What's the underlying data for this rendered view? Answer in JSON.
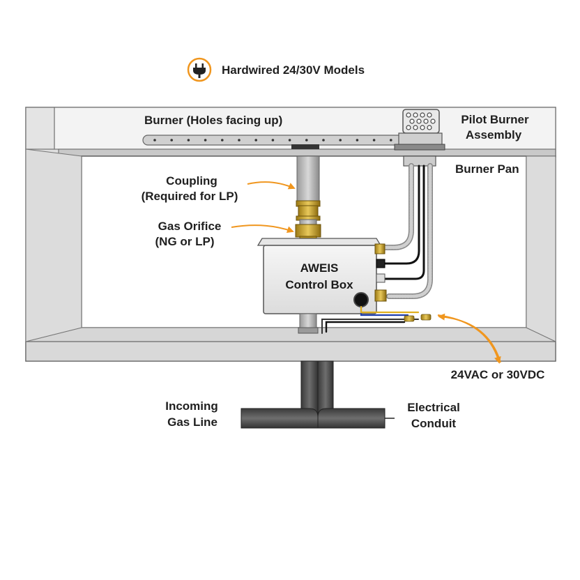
{
  "header": {
    "icon": "plug-icon",
    "title": "Hardwired 24/30V Models"
  },
  "labels": {
    "burner": "Burner (Holes facing up)",
    "pilot_line1": "Pilot Burner",
    "pilot_line2": "Assembly",
    "burner_pan": "Burner Pan",
    "coupling_line1": "Coupling",
    "coupling_line2": "(Required for LP)",
    "orifice_line1": "Gas Orifice",
    "orifice_line2": "(NG or LP)",
    "control_line1": "AWEIS",
    "control_line2": "Control Box",
    "power": "24VAC or 30VDC",
    "gas_line1": "Incoming",
    "gas_line2": "Gas Line",
    "conduit_line1": "Electrical",
    "conduit_line2": "Conduit"
  },
  "colors": {
    "accent": "#f0961e",
    "brass": "#c9a227",
    "outline": "#555555",
    "panel": "#ececec",
    "pipe": "#4a4a4a"
  }
}
